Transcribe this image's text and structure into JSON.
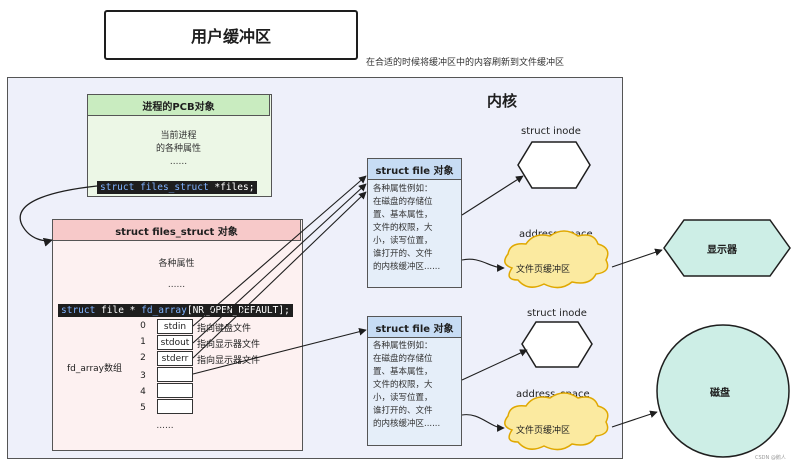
{
  "title": "用户缓冲区",
  "note": "在合适的时候将缓冲区中的内容刷新到文件缓冲区",
  "kernel_label": "内核",
  "pcb": {
    "header": "进程的PCB对象",
    "line1": "当前进程",
    "line2": "的各种属性",
    "dots": "......",
    "code_kw": "struct",
    "code_type": "files_struct",
    "code_rest": " *files;"
  },
  "files_struct": {
    "header": "struct files_struct 对象",
    "attr": "各种属性",
    "dots": "......",
    "code_kw": "struct",
    "code_rest": " file * ",
    "code_name": "fd_array",
    "code_tail": "[NR_OPEN_DEFAULT];",
    "fd_label": "fd_array数组",
    "bottom_dots": "......",
    "cells": [
      {
        "index": "0",
        "value": "stdin",
        "note": "指向键盘文件"
      },
      {
        "index": "1",
        "value": "stdout",
        "note": "指向显示器文件"
      },
      {
        "index": "2",
        "value": "stderr",
        "note": "指向显示器文件"
      },
      {
        "index": "3",
        "value": "",
        "note": ""
      },
      {
        "index": "4",
        "value": "",
        "note": ""
      },
      {
        "index": "5",
        "value": "",
        "note": ""
      }
    ]
  },
  "file_objects": [
    {
      "header": "struct file 对象",
      "lines": [
        "各种属性例如：",
        "在磁盘的存储位",
        "置、基本属性，",
        "文件的权限，大",
        "小，读写位置，",
        "谁打开的、文件",
        "的内核缓冲区......"
      ]
    },
    {
      "header": "struct file 对象",
      "lines": [
        "各种属性例如：",
        "在磁盘的存储位",
        "置、基本属性，",
        "文件的权限，大",
        "小，读写位置，",
        "谁打开的、文件",
        "的内核缓冲区......"
      ]
    }
  ],
  "inode_label": "struct inode",
  "addr_label": "address_space",
  "cloud_label": "文件页缓冲区",
  "display_label": "显示器",
  "disk_label": "磁盘",
  "watermark": "CSDN @鹅人",
  "colors": {
    "kernel_bg": "#eef0fa",
    "pcb_header": "#c9ecc0",
    "fs_header": "#f7c9c9",
    "file_header": "#c7dcf4",
    "cloud": "#fbeaa0",
    "cloud_stroke": "#e0a800",
    "display_fill": "#cdeee6",
    "disk_fill": "#cdeee6"
  }
}
